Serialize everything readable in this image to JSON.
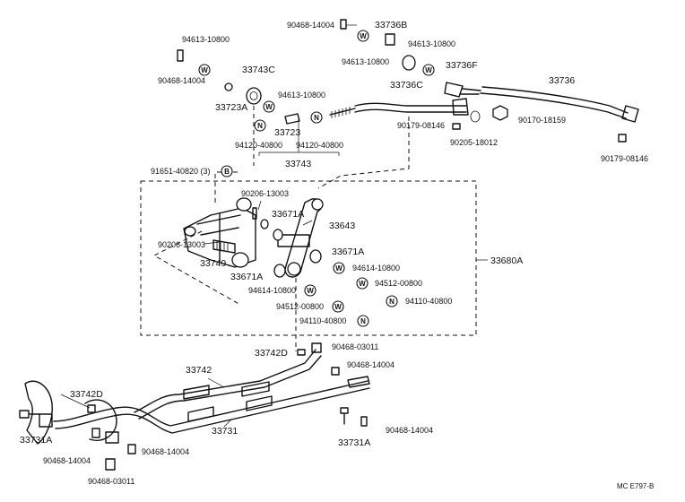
{
  "diagram": {
    "footer_code": "MC E797-B",
    "symbols": {
      "washer": "W",
      "nut": "N",
      "bolt": "B"
    },
    "labels": {
      "p90468_14004_top": "90468-14004",
      "p33736B": "33736B",
      "p94613_10800_a": "94613-10800",
      "p94613_10800_b": "94613-10800",
      "p94613_10800_c": "94613-10800",
      "p90468_14004_b": "90468-14004",
      "p33743C": "33743C",
      "p33723A": "33723A",
      "p94613_10800_d": "94613-10800",
      "p33736F": "33736F",
      "p33736C": "33736C",
      "p33736": "33736",
      "p33723": "33723",
      "p94120_40800_a": "94120-40800",
      "p94120_40800_b": "94120-40800",
      "p33743": "33743",
      "p90179_08146_a": "90179-08146",
      "p90170_18159": "90170-18159",
      "p90205_18012": "90205-18012",
      "p90179_08146_b": "90179-08146",
      "p91651_40820": "91651-40820 (3)",
      "p90206_13003_a": "90206-13003",
      "p33671A_a": "33671A",
      "p33643": "33643",
      "p90206_13003_b": "90206-13003",
      "p33671A_b": "33671A",
      "p33749": "33749",
      "p33671A_c": "33671A",
      "p94614_10800_a": "94614-10800",
      "p33680A": "33680A",
      "p94512_00800_a": "94512-00800",
      "p94614_10800_b": "94614-10800",
      "p94110_40800_a": "94110-40800",
      "p94512_00800_b": "94512-00800",
      "p94110_40800_b": "94110-40800",
      "p33742D_a": "33742D",
      "p90468_03011_a": "90468-03011",
      "p33742": "33742",
      "p90468_14004_c": "90468-14004",
      "p33742D_b": "33742D",
      "p33731": "33731",
      "p33731A_a": "33731A",
      "p90468_14004_d": "90468-14004",
      "p33731A_b": "33731A",
      "p90468_14004_e": "90468-14004",
      "p90468_14004_f": "90468-14004",
      "p90468_03011_b": "90468-03011"
    }
  }
}
